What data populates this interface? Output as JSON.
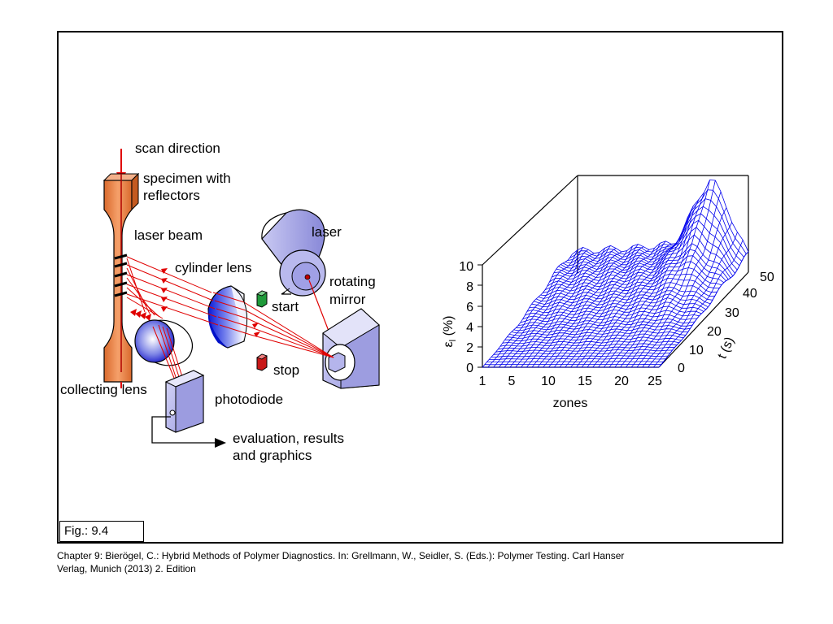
{
  "setup": {
    "scan_direction": "scan direction",
    "specimen_line1": "specimen with",
    "specimen_line2": "reflectors",
    "laser_beam": "laser beam",
    "laser": "laser",
    "cylinder_lens": "cylinder lens",
    "rotating_line1": "rotating",
    "rotating_line2": "mirror",
    "start": "start",
    "stop": "stop",
    "collecting_lens": "collecting lens",
    "photodiode": "photodiode",
    "evaluation_line1": "evaluation, results",
    "evaluation_line2": "and graphics"
  },
  "plot3d": {
    "zaxis_symbol": "ε",
    "zaxis_sub": "l",
    "zaxis_unit": " (%)",
    "xlabel": "zones",
    "ylabel": "t (s)",
    "z_ticks": [
      "0",
      "2",
      "4",
      "6",
      "8",
      "10"
    ],
    "x_ticks": [
      "1",
      "5",
      "10",
      "15",
      "20",
      "25"
    ],
    "y_ticks": [
      "0",
      "10",
      "20",
      "30",
      "40",
      "50"
    ],
    "line_color": "#0000ee"
  },
  "chart_data": {
    "type": "surface",
    "xlabel": "zones",
    "ylabel": "t (s)",
    "zlabel": "ε_l (%)",
    "xlim": [
      1,
      25
    ],
    "ylim": [
      0,
      50
    ],
    "zlim": [
      0,
      10
    ],
    "x_ticks": [
      1,
      5,
      10,
      15,
      20,
      25
    ],
    "y_ticks": [
      0,
      10,
      20,
      30,
      40,
      50
    ],
    "z_ticks": [
      0,
      2,
      4,
      6,
      8,
      10
    ],
    "surface": {
      "zones": [
        1,
        5,
        10,
        15,
        20,
        25
      ],
      "t": [
        0,
        10,
        20,
        30,
        40,
        50
      ],
      "strain": [
        [
          0.0,
          0.0,
          0.0,
          0.0,
          0.0,
          0.0
        ],
        [
          0.2,
          0.3,
          0.3,
          0.3,
          0.4,
          0.3
        ],
        [
          0.5,
          0.6,
          0.7,
          0.8,
          1.0,
          0.6
        ],
        [
          1.0,
          1.2,
          1.3,
          1.6,
          2.2,
          1.1
        ],
        [
          1.6,
          1.8,
          2.0,
          2.4,
          4.5,
          1.5
        ],
        [
          2.0,
          2.2,
          2.4,
          2.8,
          9.5,
          1.7
        ]
      ]
    }
  },
  "figure": {
    "label": "Fig.: 9.4",
    "caption_line1": "Chapter 9: Bierögel, C.: Hybrid Methods of Polymer Diagnostics. In: Grellmann, W., Seidler, S. (Eds.): Polymer Testing. Carl Hanser",
    "caption_line2": "Verlag, Munich (2013) 2. Edition"
  }
}
